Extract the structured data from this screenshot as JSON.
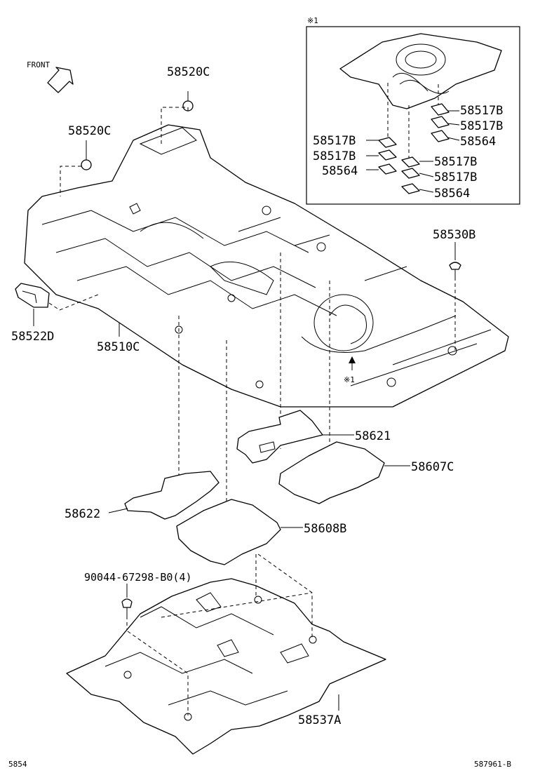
{
  "direction": {
    "front": "FRONT"
  },
  "detail_ref_mark": "※1",
  "callouts": {
    "carpet_front_clip_left": "58520C",
    "carpet_front_clip_top": "58520C",
    "side_cover": "58522D",
    "floor_carpet": "58510C",
    "carpet_clip_rear": "58530B",
    "silencer_pad_a": "58621",
    "silencer_pad_b": "58607C",
    "silencer_pad_c": "58622",
    "silencer_pad_d": "58608B",
    "clip_bolt": "90044-67298-B0(4)",
    "floor_silencer": "58537A"
  },
  "detail_box": {
    "ref": "※1",
    "labels_right": [
      "58517B",
      "58517B",
      "58564",
      "58517B",
      "58517B",
      "58564"
    ],
    "labels_left": [
      "58517B",
      "58517B",
      "58564"
    ]
  },
  "footer": {
    "group_code": "5854",
    "illustration_code": "587961-B"
  }
}
